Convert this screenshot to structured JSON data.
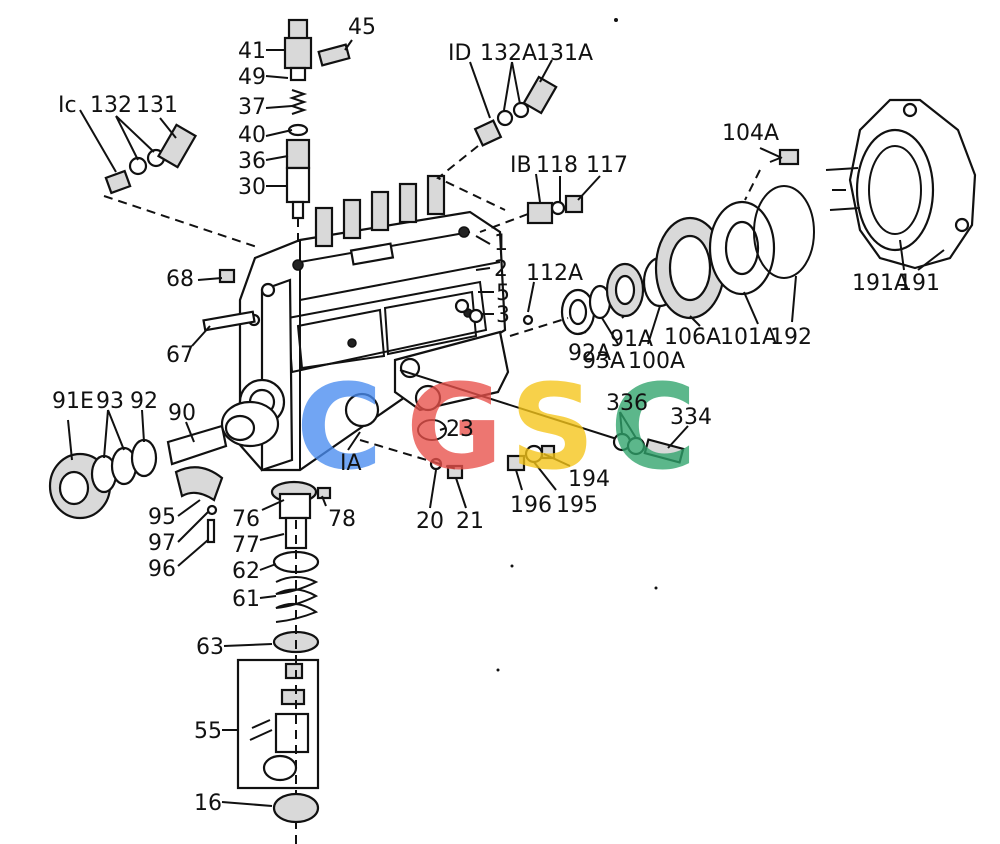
{
  "labels": {
    "p45": "45",
    "p41": "41",
    "p49": "49",
    "p37": "37",
    "p40": "40",
    "p36": "36",
    "p30": "30",
    "p1c": "Ic",
    "p132": "132",
    "p131": "131",
    "p1d": "ID",
    "p132a": "132A",
    "p131a": "131A",
    "p1b": "IB",
    "p118": "118",
    "p117": "117",
    "p104a": "104A",
    "p1": "1",
    "p2": "2",
    "p5": "5",
    "p3": "3",
    "p112a": "112A",
    "p68": "68",
    "p67": "67",
    "p191a": "191A",
    "p191": "191",
    "p192": "192",
    "p101a": "101A",
    "p106a": "106A",
    "p100a": "100A",
    "p93a": "93A",
    "p91a": "91A",
    "p92a": "92A",
    "p91e": "91E",
    "p93": "93",
    "p92": "92",
    "p90": "90",
    "p336": "336",
    "p334": "334",
    "p23": "23",
    "p1a": "IA",
    "p194": "194",
    "p195": "195",
    "p196": "196",
    "p20": "20",
    "p21": "21",
    "p76": "76",
    "p78": "78",
    "p95": "95",
    "p97": "97",
    "p96": "96",
    "p77": "77",
    "p62": "62",
    "p61": "61",
    "p63": "63",
    "p55": "55",
    "p16": "16"
  },
  "watermark": {
    "letters": [
      "C",
      "G",
      "S",
      "C"
    ],
    "colors": [
      "#4a8df0",
      "#e8504a",
      "#f5c518",
      "#2fa36b"
    ]
  }
}
